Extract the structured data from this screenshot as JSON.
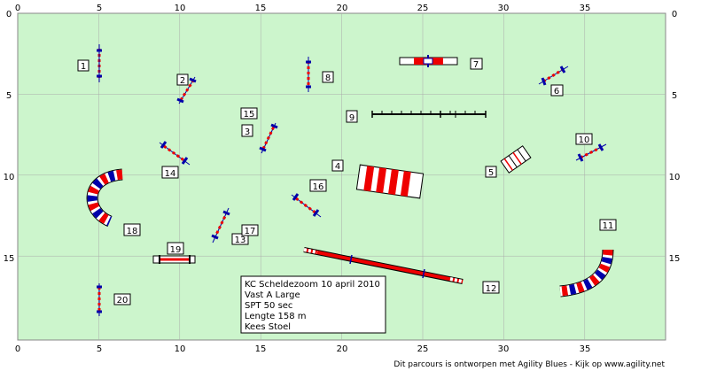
{
  "colors": {
    "field": "#ccf5cc",
    "grid": "#aaaaaa",
    "red": "#ee0000",
    "blue": "#0000aa",
    "white": "#ffffff",
    "black": "#000000"
  },
  "axes": {
    "x_ticks": [
      "0",
      "5",
      "10",
      "15",
      "20",
      "25",
      "30",
      "35"
    ],
    "y_ticks": [
      "0",
      "5",
      "10",
      "15"
    ]
  },
  "obstacles": [
    {
      "number": "1",
      "type": "hurdle"
    },
    {
      "number": "2",
      "type": "hurdle"
    },
    {
      "number": "3",
      "type": "hurdle"
    },
    {
      "number": "4",
      "type": "tire-or-table"
    },
    {
      "number": "5",
      "type": "weave-gate"
    },
    {
      "number": "6",
      "type": "hurdle"
    },
    {
      "number": "7",
      "type": "wall"
    },
    {
      "number": "8",
      "type": "hurdle"
    },
    {
      "number": "9",
      "type": "weave-poles"
    },
    {
      "number": "10",
      "type": "hurdle"
    },
    {
      "number": "11",
      "type": "tunnel"
    },
    {
      "number": "12",
      "type": "dogwalk"
    },
    {
      "number": "13",
      "type": "hurdle"
    },
    {
      "number": "14",
      "type": "hurdle"
    },
    {
      "number": "15",
      "type": "label"
    },
    {
      "number": "16",
      "type": "hurdle"
    },
    {
      "number": "17",
      "type": "hurdle"
    },
    {
      "number": "18",
      "type": "tunnel"
    },
    {
      "number": "19",
      "type": "long-jump"
    },
    {
      "number": "20",
      "type": "hurdle"
    }
  ],
  "info": {
    "line1": "KC Scheldezoom 10 april 2010",
    "line2": "Vast A Large",
    "line3": "SPT 50 sec",
    "line4": "Lengte 158 m",
    "line5": "Kees Stoel"
  },
  "footer": "Dit parcours is ontworpen met Agility Blues - Kijk op www.agility.net"
}
